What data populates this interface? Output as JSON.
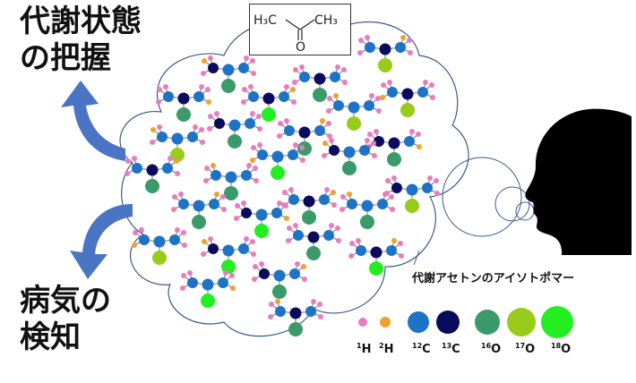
{
  "labels": {
    "metabolic_title": "代謝状態\nの把握",
    "disease_title": "病気の\n検知",
    "isotopomer_caption": "代謝アセトンのアイソトポマー"
  },
  "formula": {
    "left_group": "H₃C",
    "right_group": "CH₃",
    "oxygen": "O"
  },
  "legend": [
    {
      "mass": "1",
      "element": "H",
      "color": "#e87cc1",
      "icon": "small-pink-dot"
    },
    {
      "mass": "2",
      "element": "H",
      "color": "#f0a030",
      "icon": "small-orange-dot"
    },
    {
      "mass": "12",
      "element": "C",
      "color": "#1e73c6",
      "icon": "blue-circle"
    },
    {
      "mass": "13",
      "element": "C",
      "color": "#0b0b5e",
      "icon": "navy-circle"
    },
    {
      "mass": "16",
      "element": "O",
      "color": "#3a9a6a",
      "icon": "green-circle"
    },
    {
      "mass": "17",
      "element": "O",
      "color": "#99cc1a",
      "icon": "yellow-green-circle"
    },
    {
      "mass": "18",
      "element": "O",
      "color": "#22ee22",
      "icon": "bright-green-circle"
    }
  ],
  "colors": {
    "arrow": "#4a74c4",
    "cloud_outline": "#3b5a8a",
    "head": "#000000"
  }
}
